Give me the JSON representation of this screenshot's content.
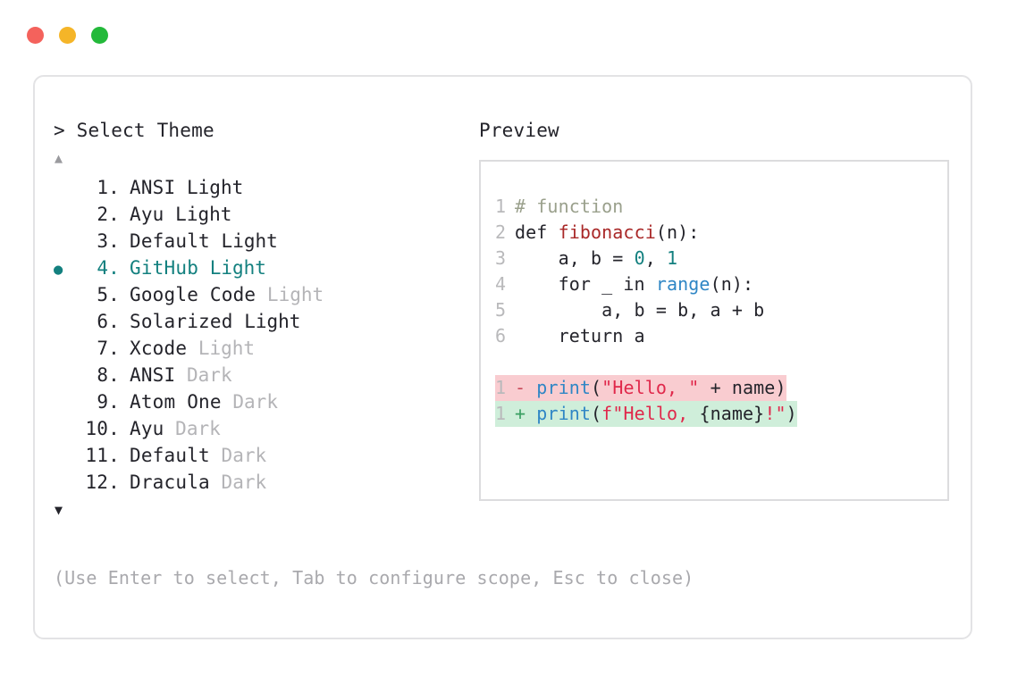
{
  "window": {
    "traffic_lights": [
      {
        "name": "close",
        "color": "#f4625c"
      },
      {
        "name": "minimize",
        "color": "#f5b528"
      },
      {
        "name": "zoom",
        "color": "#23b93a"
      }
    ]
  },
  "selector": {
    "prompt": "> Select Theme",
    "scroll_up_icon": "▲",
    "scroll_down_icon": "▼",
    "selected_index": 4,
    "bullet_icon": "●",
    "accent_color": "#13807f",
    "items": [
      {
        "number": "1.",
        "name": "ANSI",
        "variant": "Light",
        "variant_muted": false,
        "selected": false
      },
      {
        "number": "2.",
        "name": "Ayu",
        "variant": "Light",
        "variant_muted": false,
        "selected": false
      },
      {
        "number": "3.",
        "name": "Default",
        "variant": "Light",
        "variant_muted": false,
        "selected": false
      },
      {
        "number": "4.",
        "name": "GitHub",
        "variant": "Light",
        "variant_muted": false,
        "selected": true
      },
      {
        "number": "5.",
        "name": "Google Code",
        "variant": "Light",
        "variant_muted": true,
        "selected": false
      },
      {
        "number": "6.",
        "name": "Solarized",
        "variant": "Light",
        "variant_muted": false,
        "selected": false
      },
      {
        "number": "7.",
        "name": "Xcode",
        "variant": "Light",
        "variant_muted": true,
        "selected": false
      },
      {
        "number": "8.",
        "name": "ANSI",
        "variant": "Dark",
        "variant_muted": true,
        "selected": false
      },
      {
        "number": "9.",
        "name": "Atom One",
        "variant": "Dark",
        "variant_muted": true,
        "selected": false
      },
      {
        "number": "10.",
        "name": "Ayu",
        "variant": "Dark",
        "variant_muted": true,
        "selected": false
      },
      {
        "number": "11.",
        "name": "Default",
        "variant": "Dark",
        "variant_muted": true,
        "selected": false
      },
      {
        "number": "12.",
        "name": "Dracula",
        "variant": "Dark",
        "variant_muted": true,
        "selected": false
      }
    ],
    "hint": "(Use Enter to select, Tab to configure scope, Esc to close)"
  },
  "preview": {
    "label": "Preview",
    "code_lines": [
      {
        "number": "1",
        "tokens": [
          {
            "text": "# function",
            "type": "comment"
          }
        ]
      },
      {
        "number": "2",
        "tokens": [
          {
            "text": "def ",
            "type": "kw"
          },
          {
            "text": "fibonacci",
            "type": "fn"
          },
          {
            "text": "(n):",
            "type": "plain"
          }
        ]
      },
      {
        "number": "3",
        "tokens": [
          {
            "text": "    a, b = ",
            "type": "plain"
          },
          {
            "text": "0",
            "type": "num"
          },
          {
            "text": ", ",
            "type": "plain"
          },
          {
            "text": "1",
            "type": "num"
          }
        ]
      },
      {
        "number": "4",
        "tokens": [
          {
            "text": "    for _ in ",
            "type": "plain"
          },
          {
            "text": "range",
            "type": "builtin"
          },
          {
            "text": "(n):",
            "type": "plain"
          }
        ]
      },
      {
        "number": "5",
        "tokens": [
          {
            "text": "        a, b = b, a + b",
            "type": "plain"
          }
        ]
      },
      {
        "number": "6",
        "tokens": [
          {
            "text": "    return a",
            "type": "plain"
          }
        ]
      }
    ],
    "diff_lines": [
      {
        "number": "1",
        "sign": "-",
        "kind": "del",
        "bg_color": "#f9ccd0",
        "tokens": [
          {
            "text": "print",
            "type": "builtin"
          },
          {
            "text": "(",
            "type": "plain"
          },
          {
            "text": "\"Hello, \"",
            "type": "str"
          },
          {
            "text": " + name)",
            "type": "plain"
          }
        ]
      },
      {
        "number": "1",
        "sign": "+",
        "kind": "add",
        "bg_color": "#cfeeda",
        "tokens": [
          {
            "text": "print",
            "type": "builtin"
          },
          {
            "text": "(",
            "type": "plain"
          },
          {
            "text": "f\"Hello, ",
            "type": "str"
          },
          {
            "text": "{name}",
            "type": "plain"
          },
          {
            "text": "!\"",
            "type": "str"
          },
          {
            "text": ")",
            "type": "plain"
          }
        ]
      }
    ]
  }
}
